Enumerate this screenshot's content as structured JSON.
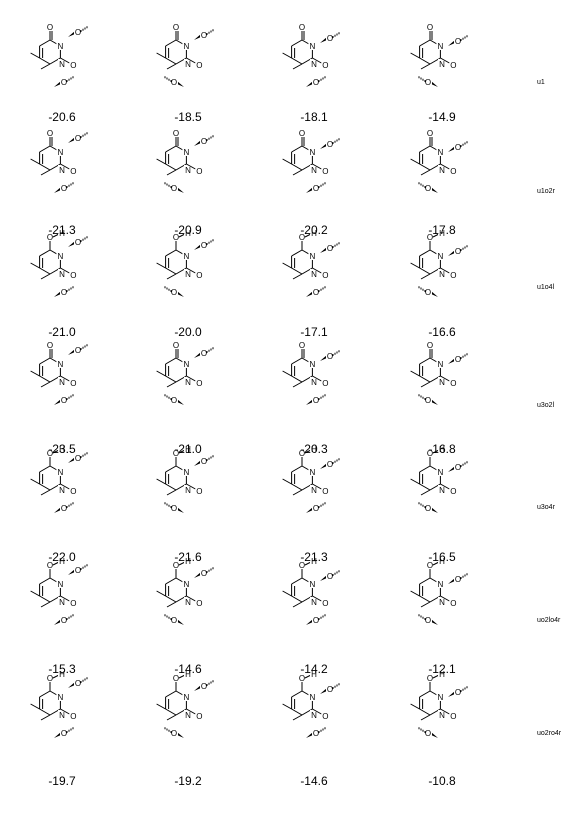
{
  "rows": [
    {
      "label": "u1",
      "energies": [
        "-20.6",
        "-18.5",
        "-18.1",
        "-14.9"
      ]
    },
    {
      "label": "u1o2r",
      "energies": [
        "-21.3",
        "-20.9",
        "-20.2",
        "-17.8"
      ]
    },
    {
      "label": "u1o4l",
      "energies": [
        "-21.0",
        "-20.0",
        "-17.1",
        "-16.6"
      ]
    },
    {
      "label": "u3o2l",
      "energies": [
        "-23.5",
        "-21.0",
        "-20.3",
        "-16.8"
      ]
    },
    {
      "label": "u3o4r",
      "energies": [
        "-22.0",
        "-21.6",
        "-21.3",
        "-16.5"
      ]
    },
    {
      "label": "uo2lo4r",
      "energies": [
        "-15.3",
        "-14.6",
        "-14.2",
        "-12.1"
      ]
    },
    {
      "label": "uo2ro4r",
      "energies": [
        "-19.7",
        "-19.2",
        "-14.6",
        "-10.8"
      ]
    }
  ],
  "atoms": {
    "oxygen": "O",
    "nitrogen": "N",
    "hydrogen": "H"
  }
}
